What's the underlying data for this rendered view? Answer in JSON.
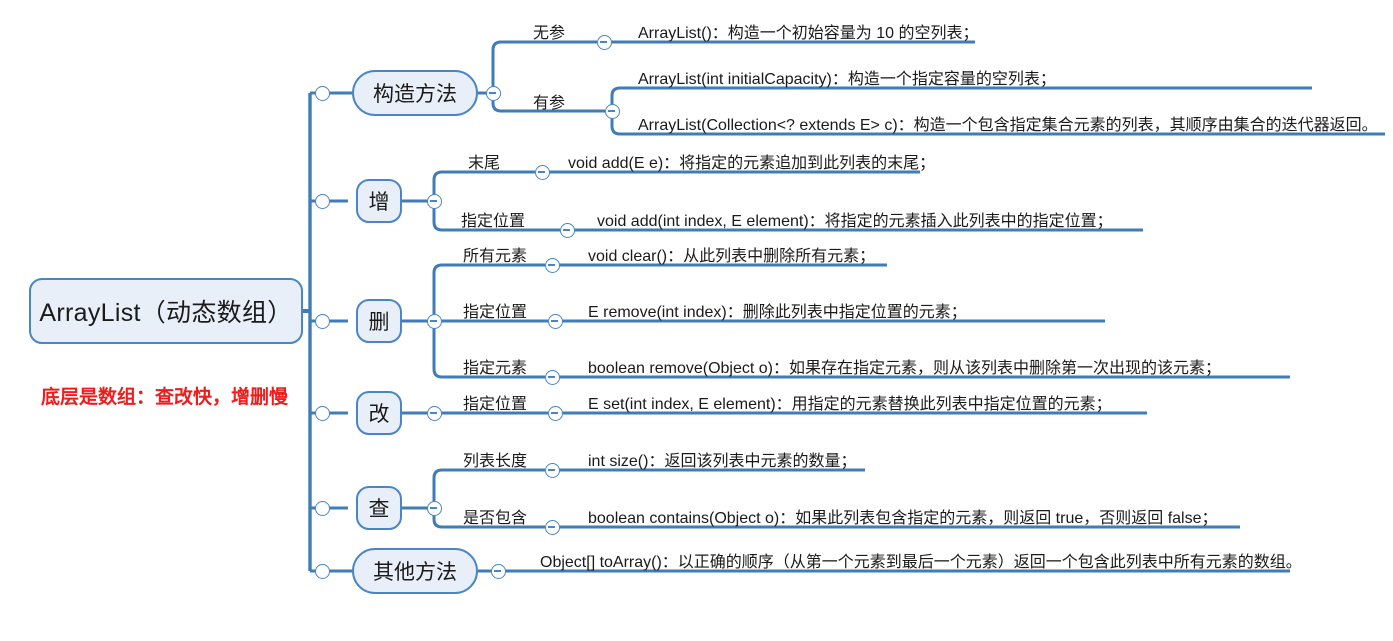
{
  "root": {
    "label": "ArrayList（动态数组）",
    "note": "底层是数组：查改快，增删慢"
  },
  "colors": {
    "node_fill": "#e9eff8",
    "node_border": "#4a86c5",
    "wire": "#3f7cb8",
    "note_color": "#ef1c1c",
    "text_color": "#1a1a1a",
    "background": "#ffffff"
  },
  "branches": [
    {
      "label": "构造方法",
      "groups": [
        {
          "label": "无参",
          "leaves": [
            "ArrayList()：构造一个初始容量为 10 的空列表；"
          ]
        },
        {
          "label": "有参",
          "leaves": [
            "ArrayList(int initialCapacity)：构造一个指定容量的空列表；",
            "ArrayList(Collection<? extends E> c)：构造一个包含指定集合元素的列表，其顺序由集合的迭代器返回。"
          ]
        }
      ]
    },
    {
      "label": "增",
      "groups": [
        {
          "label": "末尾",
          "leaves": [
            "void add(E e)：将指定的元素追加到此列表的末尾；"
          ]
        },
        {
          "label": "指定位置",
          "leaves": [
            "void add(int index, E element)：将指定的元素插入此列表中的指定位置；"
          ]
        }
      ]
    },
    {
      "label": "删",
      "groups": [
        {
          "label": "所有元素",
          "leaves": [
            "void clear()：从此列表中删除所有元素；"
          ]
        },
        {
          "label": "指定位置",
          "leaves": [
            "E remove(int index)：删除此列表中指定位置的元素；"
          ]
        },
        {
          "label": "指定元素",
          "leaves": [
            "boolean remove(Object o)：如果存在指定元素，则从该列表中删除第一次出现的该元素；"
          ]
        }
      ]
    },
    {
      "label": "改",
      "groups": [
        {
          "label": "指定位置",
          "leaves": [
            "E set(int index, E element)：用指定的元素替换此列表中指定位置的元素；"
          ]
        }
      ]
    },
    {
      "label": "查",
      "groups": [
        {
          "label": "列表长度",
          "leaves": [
            "int size()：返回该列表中元素的数量；"
          ]
        },
        {
          "label": "是否包含",
          "leaves": [
            "boolean contains(Object o)：如果此列表包含指定的元素，则返回 true，否则返回 false；"
          ]
        }
      ]
    },
    {
      "label": "其他方法",
      "groups": [
        {
          "label": "",
          "leaves": [
            "Object[] toArray()：以正确的顺序（从第一个元素到最后一个元素）返回一个包含此列表中所有元素的数组。"
          ]
        }
      ]
    }
  ]
}
